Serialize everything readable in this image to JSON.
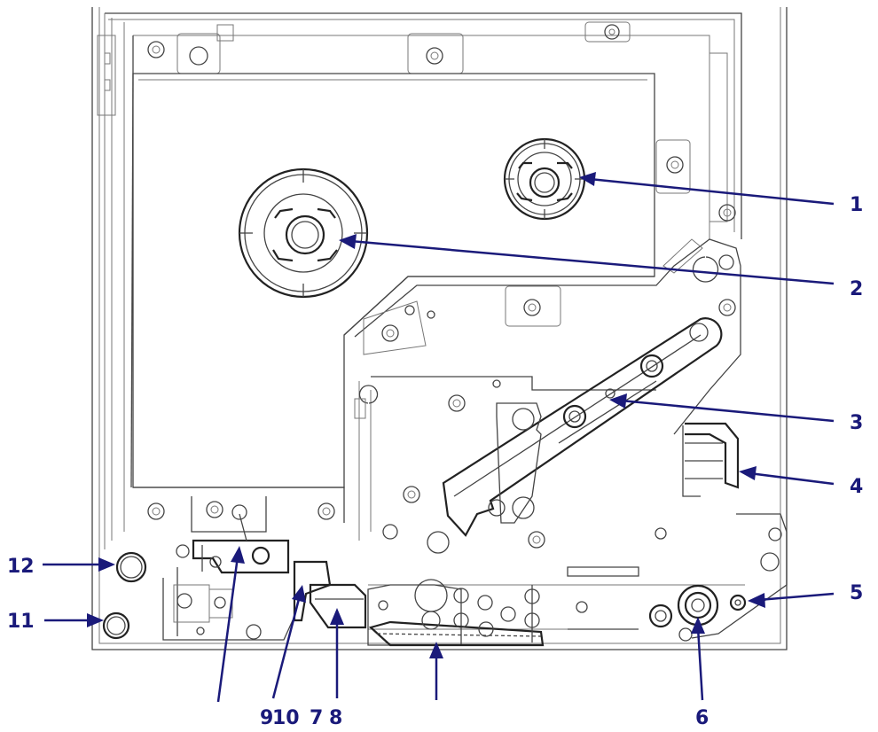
{
  "diagram": {
    "colors": {
      "callout": "#1a1a7a",
      "outline": "#444444",
      "background": "#ffffff"
    },
    "callouts": [
      {
        "id": "c1",
        "text": "1"
      },
      {
        "id": "c2",
        "text": "2"
      },
      {
        "id": "c3",
        "text": "3"
      },
      {
        "id": "c4",
        "text": "4"
      },
      {
        "id": "c5",
        "text": "5"
      },
      {
        "id": "c6",
        "text": "6"
      },
      {
        "id": "c7",
        "text": "7"
      },
      {
        "id": "c8",
        "text": "8"
      },
      {
        "id": "c9",
        "text": "9"
      },
      {
        "id": "c10",
        "text": "10"
      },
      {
        "id": "c11",
        "text": "11"
      },
      {
        "id": "c12",
        "text": "12"
      }
    ]
  }
}
